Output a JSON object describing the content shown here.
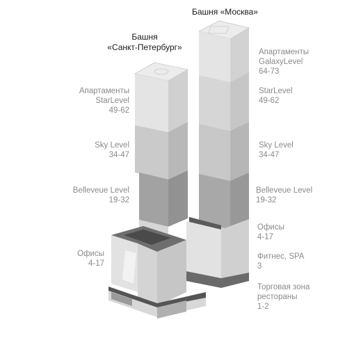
{
  "moscow_tower": {
    "title": "Башня «Москва»",
    "levels": [
      {
        "name": "Апартаменты",
        "sub": "GalaxyLevel",
        "floors": "64-73"
      },
      {
        "name": "StarLevel",
        "floors": "49-62"
      },
      {
        "name": "Sky Level",
        "floors": "34-47"
      },
      {
        "name": "Bellevеue Level",
        "floors": "19-32"
      },
      {
        "name": "Офисы",
        "floors": "4-17"
      },
      {
        "name": "Фитнес, SPA",
        "floors": "3"
      },
      {
        "name": "Торговая зона",
        "sub": "рестораны",
        "floors": "1-2"
      }
    ]
  },
  "spb_tower": {
    "title_line1": "Башня",
    "title_line2": "«Санкт-Петербург»",
    "levels": [
      {
        "name": "Апартаменты",
        "sub": "StarLevel",
        "floors": "49-62"
      },
      {
        "name": "Sky Level",
        "floors": "34-47"
      },
      {
        "name": "Bellevеue Level",
        "floors": "19-32"
      },
      {
        "name": "Офисы",
        "floors": "4-17"
      }
    ]
  },
  "colors": {
    "top_block": "#e0e0e0",
    "star_block": "#cfcfcf",
    "sky_block": "#c0c0c0",
    "bellevue_block": "#a6a6a6",
    "base": "#dcdcdc",
    "dark_band": "#6e6e6e",
    "label": "#8a8a8a",
    "title": "#1a1a1a"
  }
}
